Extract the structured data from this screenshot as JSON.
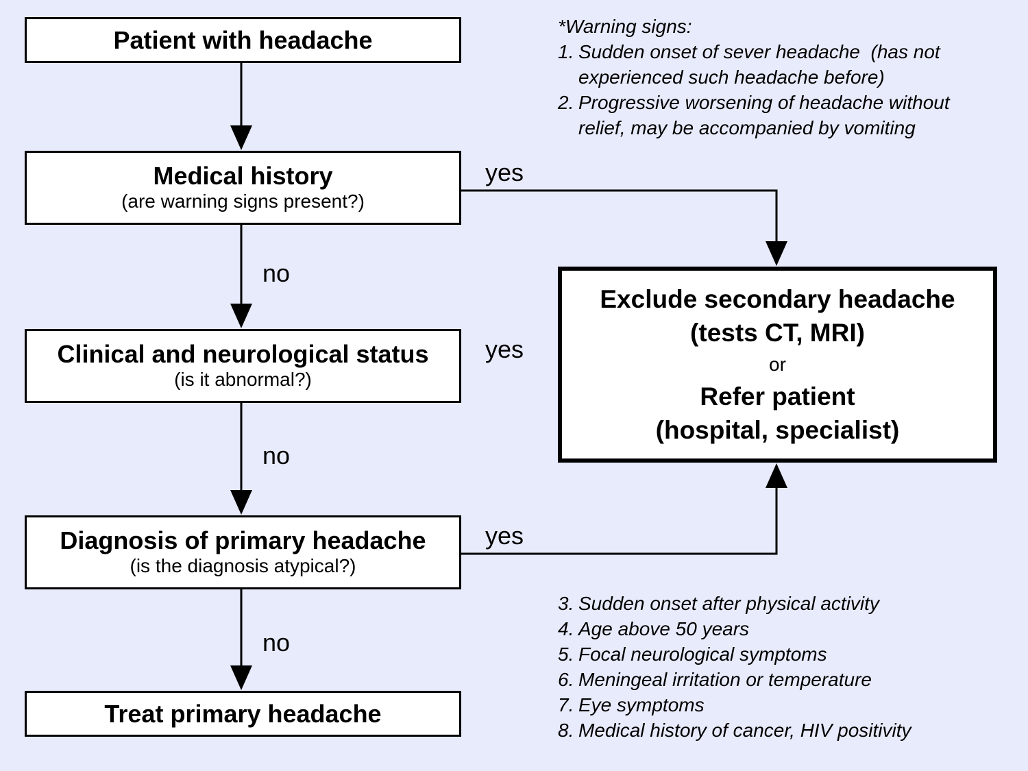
{
  "nodes": {
    "start": {
      "title": "Patient with headache"
    },
    "history": {
      "title": "Medical history",
      "question": "(are warning signs present?)"
    },
    "clinical": {
      "title": "Clinical and neurological status",
      "question": "(is it abnormal?)"
    },
    "diagnosis": {
      "title": "Diagnosis of primary headache",
      "question": "(is the diagnosis atypical?)"
    },
    "treat": {
      "title": "Treat primary headache"
    },
    "exclude": {
      "line1": "Exclude secondary headache",
      "line2": "(tests CT, MRI)",
      "or": "or",
      "line3": "Refer patient",
      "line4": "(hospital, specialist)"
    }
  },
  "edge_labels": {
    "yes_history": "yes",
    "yes_clinical": "yes",
    "yes_diagnosis": "yes",
    "no_history": "no",
    "no_clinical": "no",
    "no_diagnosis": "no"
  },
  "warning_signs": {
    "heading": "*Warning signs:",
    "items_top": [
      {
        "num": "1.",
        "line1": "Sudden onset of sever headache  (has not",
        "line2": "experienced such headache before)"
      },
      {
        "num": "2.",
        "line1": "Progressive worsening of headache without",
        "line2": "relief, may be accompanied by vomiting"
      }
    ],
    "items_bottom": [
      {
        "num": "3.",
        "text": "Sudden onset after physical activity"
      },
      {
        "num": "4.",
        "text": "Age above 50 years"
      },
      {
        "num": "5.",
        "text": "Focal neurological symptoms"
      },
      {
        "num": "6.",
        "text": "Meningeal irritation or temperature"
      },
      {
        "num": "7.",
        "text": "Eye symptoms"
      },
      {
        "num": "8.",
        "text": "Medical history of cancer, HIV positivity"
      }
    ]
  },
  "colors": {
    "background": "#e8ebfb",
    "box_fill": "#ffffff",
    "stroke": "#000000"
  }
}
